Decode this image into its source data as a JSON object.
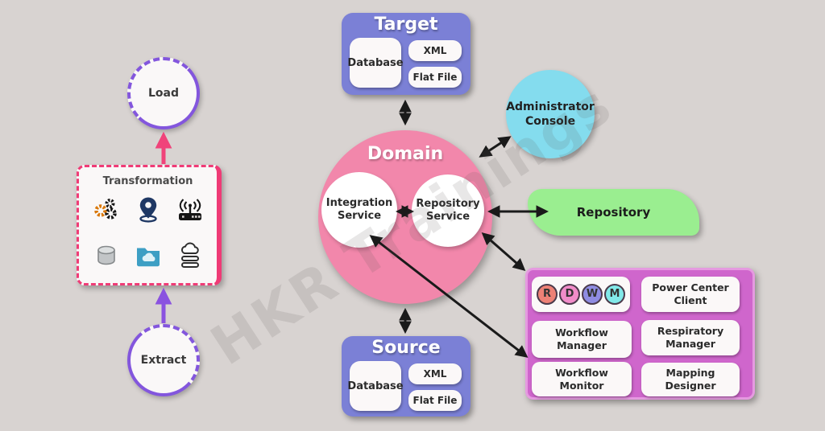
{
  "watermark": "HKR Trainings",
  "etl": {
    "load_label": "Load",
    "extract_label": "Extract",
    "transformation": {
      "title": "Transformation",
      "icons": [
        "gears-icon",
        "location-pin-icon",
        "wireless-router-icon",
        "database-cylinder-icon",
        "cloud-folder-icon",
        "cloud-server-icon"
      ]
    }
  },
  "target": {
    "title": "Target",
    "items": [
      "Database",
      "XML",
      "Flat File"
    ]
  },
  "source": {
    "title": "Source",
    "items": [
      "Database",
      "XML",
      "Flat File"
    ]
  },
  "domain": {
    "title": "Domain",
    "integration_service": "Integration Service",
    "repository_service": "Repository Service"
  },
  "admin_console": {
    "label": "Administrator Console"
  },
  "repository": {
    "label": "Repository"
  },
  "client_panel": {
    "badges": [
      {
        "letter": "R",
        "color": "#ee8176"
      },
      {
        "letter": "D",
        "color": "#f18cc9"
      },
      {
        "letter": "W",
        "color": "#8f8ce2"
      },
      {
        "letter": "M",
        "color": "#82e9e9"
      }
    ],
    "power_center_client": "Power Center Client",
    "workflow_manager": "Workflow Manager",
    "respiratory_manager": "Respiratory Manager",
    "workflow_monitor": "Workflow Monitor",
    "mapping_designer": "Mapping Designer"
  },
  "colors": {
    "background": "#d8d3d1",
    "domain_pink": "#f287ab",
    "source_target_purple": "#7b80d6",
    "admin_cyan": "#84dcee",
    "repository_green": "#9aee90",
    "panel_magenta": "#cf66cc",
    "etl_purple": "#8356dd",
    "transformation_pink": "#ef3b76",
    "arrow_black": "#1a1a1a"
  }
}
